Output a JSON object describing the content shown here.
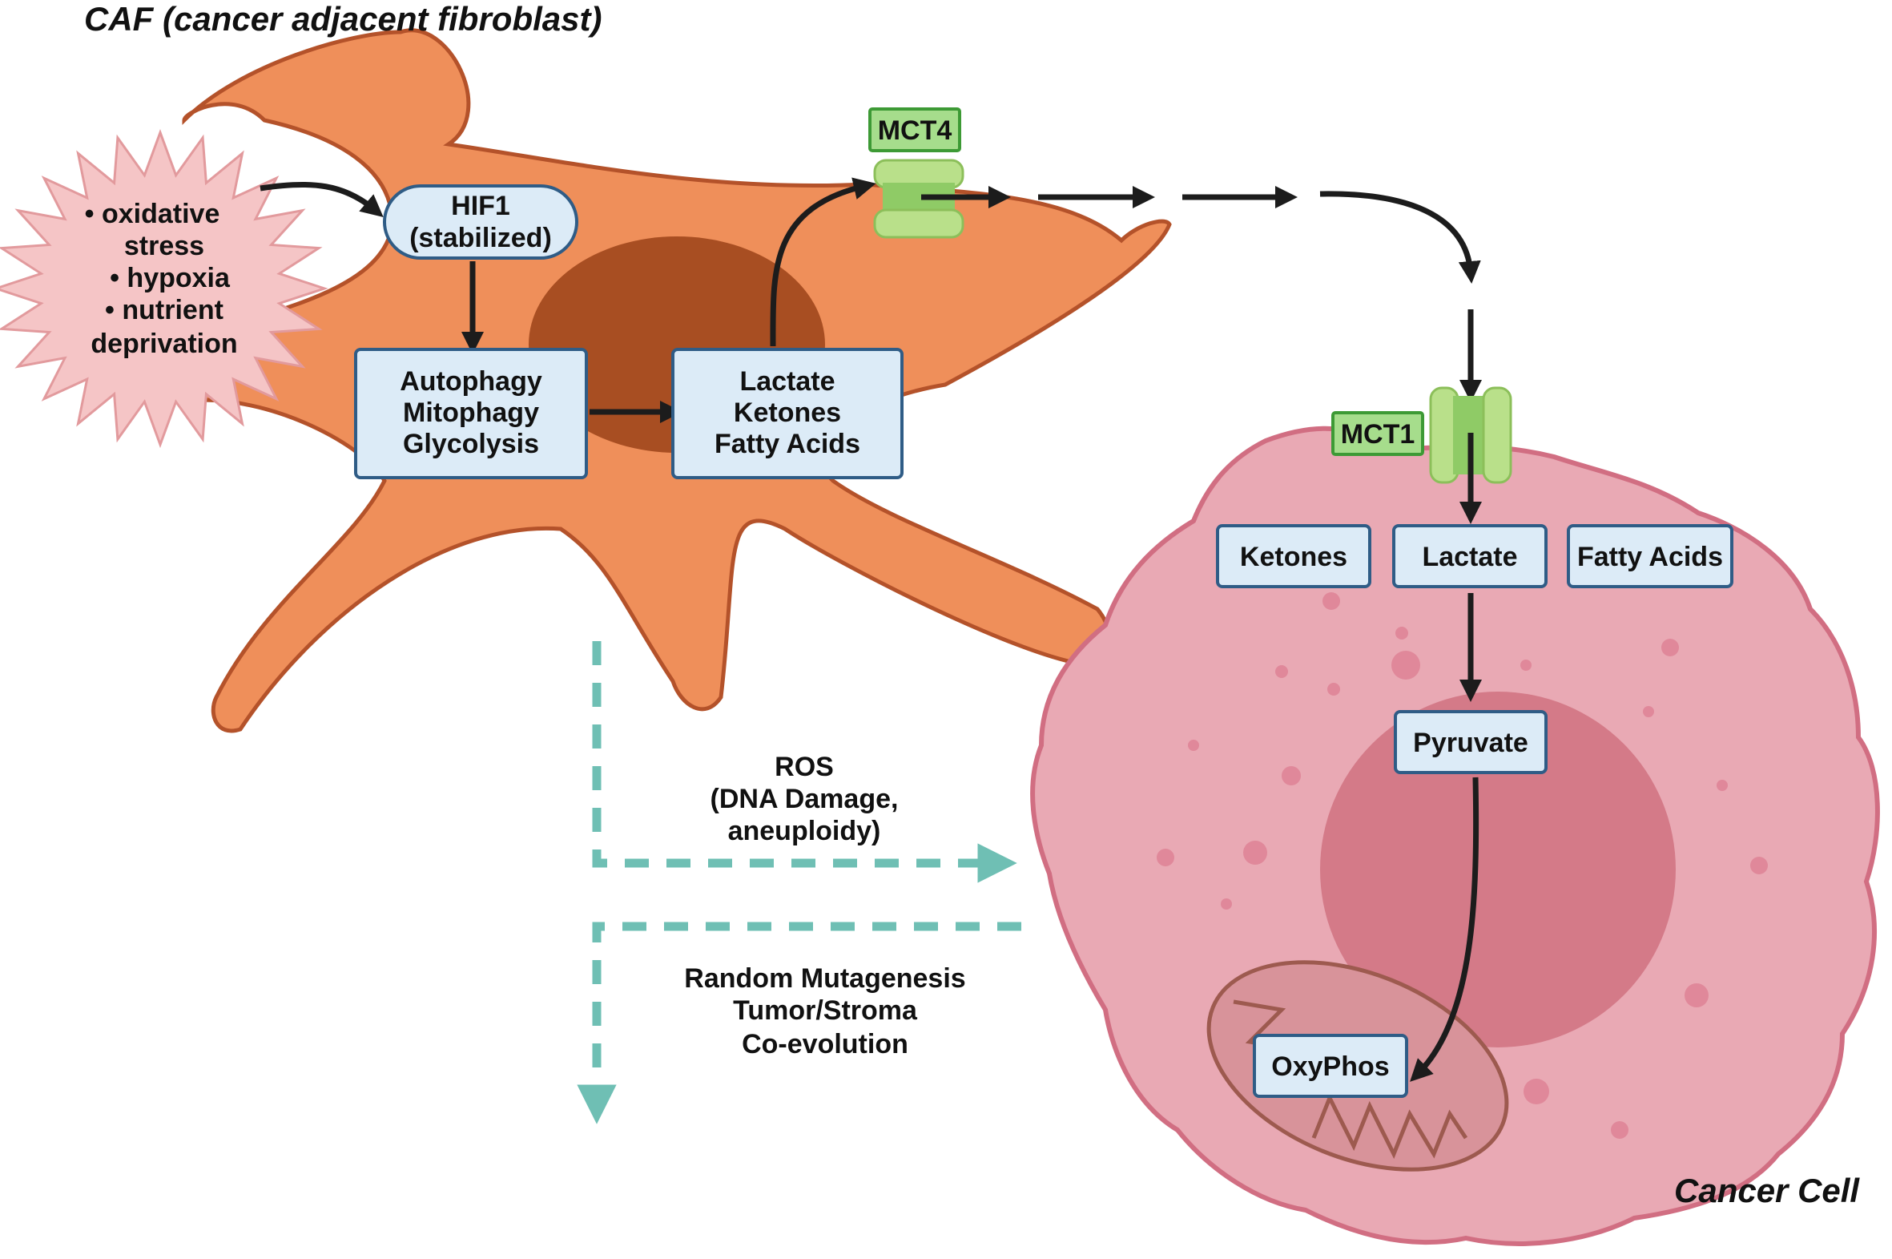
{
  "caf": {
    "title": "CAF (cancer adjacent fibroblast)",
    "stressors": {
      "lines": [
        "• oxidative",
        "stress",
        "• hypoxia",
        "• nutrient",
        "deprivation"
      ]
    },
    "hif1": {
      "line1": "HIF1",
      "line2": "(stabilized)"
    },
    "autophagy_box": {
      "lines": [
        "Autophagy",
        "Mitophagy",
        "Glycolysis"
      ]
    },
    "metabolites_box": {
      "lines": [
        "Lactate",
        "Ketones",
        "Fatty Acids"
      ]
    },
    "transporter": "MCT4"
  },
  "cancer_cell": {
    "title": "Cancer Cell",
    "transporter": "MCT1",
    "ketones": "Ketones",
    "lactate": "Lactate",
    "fatty_acids": "Fatty Acids",
    "pyruvate": "Pyruvate",
    "oxyphos": "OxyPhos"
  },
  "signals": {
    "ros": {
      "lines": [
        "ROS",
        "(DNA Damage,",
        "aneuploidy)"
      ]
    },
    "mutagenesis": {
      "lines": [
        "Random Mutagenesis",
        "Tumor/Stroma",
        "Co-evolution"
      ]
    }
  },
  "colors": {
    "fibroblast_fill": "#ef8f5a",
    "fibroblast_outline": "#b4522a",
    "fibroblast_nucleus": "#a84e22",
    "cancer_fill": "#e9a9b4",
    "cancer_outline": "#d16e82",
    "cancer_nucleus": "#d47a88",
    "stress_burst": "#f5c5c6",
    "box_fill": "#dcebf7",
    "box_border": "#2f5c86",
    "transporter_green": "#b9e08a",
    "dashed_signal": "#6fbfb4"
  }
}
